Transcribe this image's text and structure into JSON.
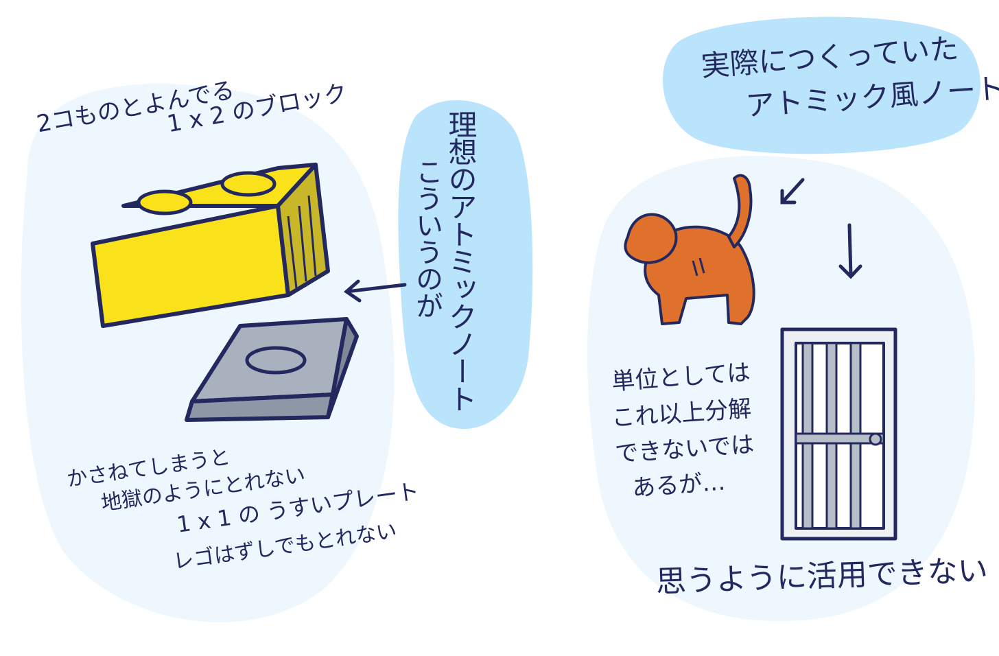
{
  "colors": {
    "ink": "#23295e",
    "bubble": "#b9e4fb",
    "wash": "#eef7fd",
    "brick_yellow": "#fae21a",
    "plate_gray": "#a9b1be",
    "cat_orange": "#e0712c",
    "door_gray": "#b7bec7"
  },
  "left": {
    "brick_caption_1": "2コものとよんでる",
    "brick_caption_2": "1 x 2 のブロック",
    "plate_caption_1": "かさねてしまうと",
    "plate_caption_2": "地獄のようにとれない",
    "plate_caption_3": "1 x 1 の うすいプレート",
    "plate_caption_4": "レゴはずしでもとれない"
  },
  "center_bubble": {
    "line_1": "理想のアトミックノート",
    "line_2": "こういうのが"
  },
  "right_bubble": {
    "line_1": "実際につくっていた",
    "line_2": "アトミック風ノート"
  },
  "right": {
    "note_1": "単位としては",
    "note_2": "これ以上分解",
    "note_3": "できないでは",
    "note_4": "あるが…",
    "bottom": "思うように活用できない"
  },
  "icons": [
    "lego-brick-icon",
    "lego-plate-icon",
    "cat-icon",
    "door-icon",
    "arrow-left-icon",
    "arrow-down-icon"
  ]
}
